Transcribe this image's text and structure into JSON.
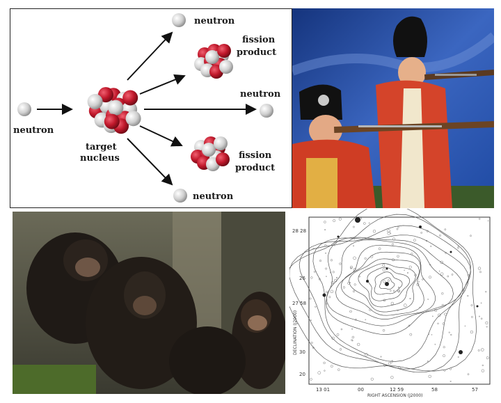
{
  "fission_diagram": {
    "labels": {
      "neutron_in": "neutron",
      "target": "target",
      "nucleus": "nucleus",
      "neutron_top": "neutron",
      "fission_top_1": "fission",
      "fission_top_2": "product",
      "neutron_mid": "neutron",
      "fission_bot_1": "fission",
      "fission_bot_2": "product",
      "neutron_bot": "neutron"
    },
    "colors": {
      "proton": "#c0182b",
      "neutron": "#d9d9d9",
      "arrow": "#111111"
    }
  },
  "soldiers_photo": {
    "colors": {
      "sky": "#1d3f8f",
      "coat": "#d4442a",
      "hat": "#111111"
    }
  },
  "chimps_photo": {
    "colors": {
      "fur": "#2a221c",
      "background": "#5a5a4a"
    }
  },
  "contour_plot": {
    "y_axis_label": "DECLINATION (J2000)",
    "x_axis_label": "RIGHT ASCENSION (J2000)",
    "y_ticks": [
      "28 28",
      "26",
      "27 58",
      "30",
      "20"
    ],
    "x_ticks": [
      "13 01",
      "00",
      "12 59",
      "58",
      "57"
    ]
  }
}
